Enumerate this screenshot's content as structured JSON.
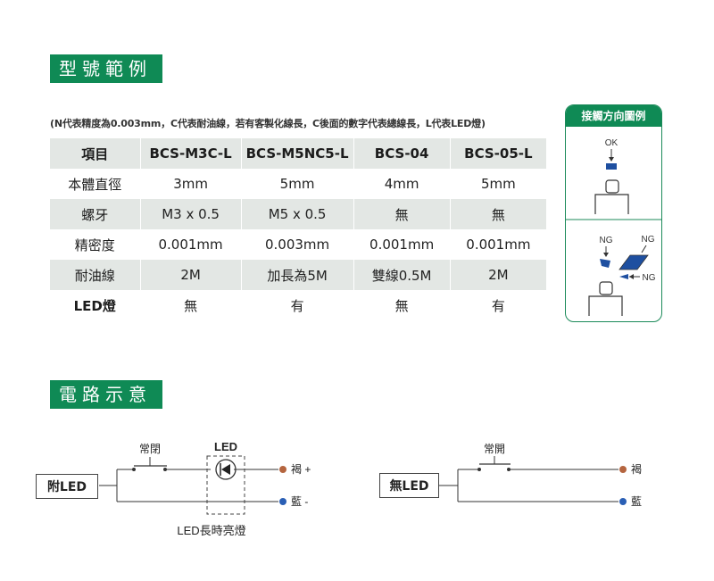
{
  "sections": {
    "model_title": "型號範例",
    "circuit_title": "電路示意圖"
  },
  "note": "(N代表精度為0.003mm，C代表耐油線，若有客製化線長，C後面的數字代表總線長，L代表LED燈)",
  "table": {
    "headers": [
      "項目",
      "BCS-M3C-L",
      "BCS-M5NC5-L",
      "BCS-04",
      "BCS-05-L"
    ],
    "rows": [
      {
        "label": "本體直徑",
        "cells": [
          "3mm",
          "5mm",
          "4mm",
          "5mm"
        ]
      },
      {
        "label": "螺牙",
        "cells": [
          "M3 x 0.5",
          "M5 x 0.5",
          "無",
          "無"
        ]
      },
      {
        "label": "精密度",
        "cells": [
          "0.001mm",
          "0.003mm",
          "0.001mm",
          "0.001mm"
        ]
      },
      {
        "label": "耐油線",
        "cells": [
          "2M",
          "加長為5M",
          "雙線0.5M",
          "2M"
        ]
      },
      {
        "label": "LED燈",
        "cells": [
          "無",
          "有",
          "無",
          "有"
        ]
      }
    ]
  },
  "contact_panel": {
    "title": "接觸方向圖例",
    "ok": "OK",
    "ng1": "NG",
    "ng2": "NG",
    "ng3": "NG"
  },
  "circuit_led": {
    "box_label": "附LED",
    "switch_label": "常閉",
    "led_label": "LED",
    "brown": "褐 +",
    "blue": "藍 -",
    "caption": "LED長時亮燈"
  },
  "circuit_noled": {
    "box_label": "無LED",
    "switch_label": "常開",
    "brown": "褐",
    "blue": "藍"
  },
  "colors": {
    "accent_green": "#0f8a55",
    "sensor_blue": "#1e4fa0",
    "brown_terminal": "#b5653f",
    "blue_terminal": "#2a5fb5"
  }
}
